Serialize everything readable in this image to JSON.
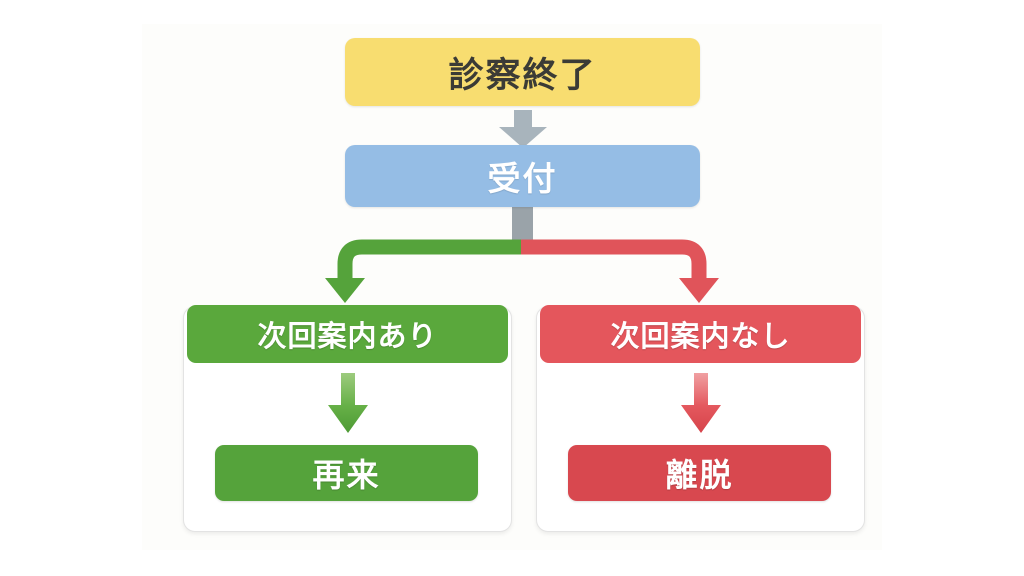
{
  "diagram": {
    "title": "patient-flow-after-consultation",
    "background_color": "#ffffff",
    "canvas_color": "#fdfdfb",
    "nodes": {
      "end_of_consultation": {
        "label": "診察終了",
        "color": "#f8dd70",
        "text_color": "#3b3b36"
      },
      "reception": {
        "label": "受付",
        "color": "#95bde5",
        "text_color": "#ffffff"
      }
    },
    "branches": [
      {
        "id": "with-next-appointment",
        "header_label": "次回案内あり",
        "outcome_label": "再来",
        "color": "#5aa83c",
        "pill_color": "#55a33b",
        "connector_color": "#55a33b"
      },
      {
        "id": "without-next-appointment",
        "header_label": "次回案内なし",
        "outcome_label": "離脱",
        "color": "#e4565c",
        "pill_color": "#d8484f",
        "connector_color": "#e0545a"
      }
    ],
    "connectors": {
      "main_arrow_color": "#a8b4bc",
      "split_stub_color": "#9aa3a9"
    },
    "icons": {
      "main_arrow": "arrow-down-icon",
      "branch_arrow": "arrow-down-icon"
    }
  }
}
